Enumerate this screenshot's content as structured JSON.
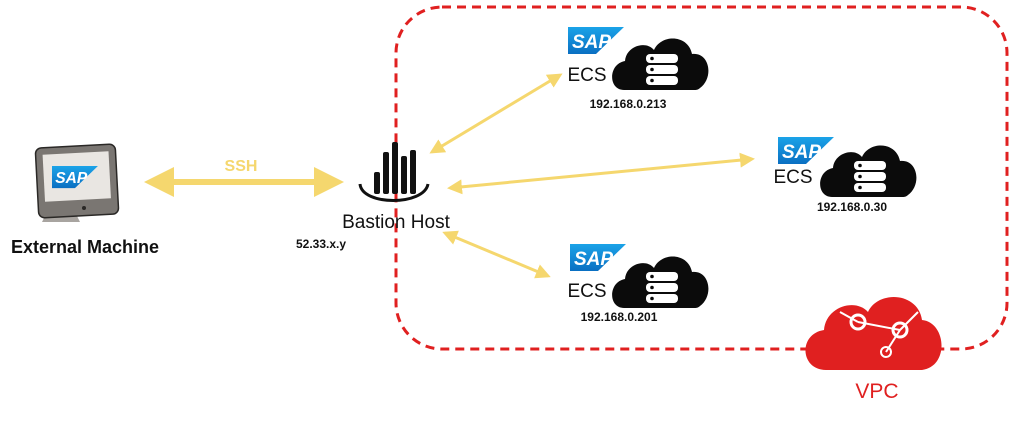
{
  "external_machine": {
    "label": "External Machine",
    "badge": "SAP",
    "icon": "monitor-icon"
  },
  "ssh_link": {
    "label": "SSH",
    "color": "#F5D76E"
  },
  "bastion": {
    "label": "Bastion Host",
    "ip": "52.33.x.y",
    "icon": "bastion-icon"
  },
  "vpc": {
    "label": "VPC",
    "border_color": "#E02020",
    "icon": "vpc-cloud-icon"
  },
  "ecs_nodes": [
    {
      "label": "ECS",
      "badge": "SAP",
      "ip": "192.168.0.213",
      "icon": "server-cloud-icon"
    },
    {
      "label": "ECS",
      "badge": "SAP",
      "ip": "192.168.0.30",
      "icon": "server-cloud-icon"
    },
    {
      "label": "ECS",
      "badge": "SAP",
      "ip": "192.168.0.201",
      "icon": "server-cloud-icon"
    }
  ],
  "colors": {
    "arrow": "#F5D76E",
    "sap_blue": "#0A8AD6",
    "vpc_red": "#E02020"
  }
}
